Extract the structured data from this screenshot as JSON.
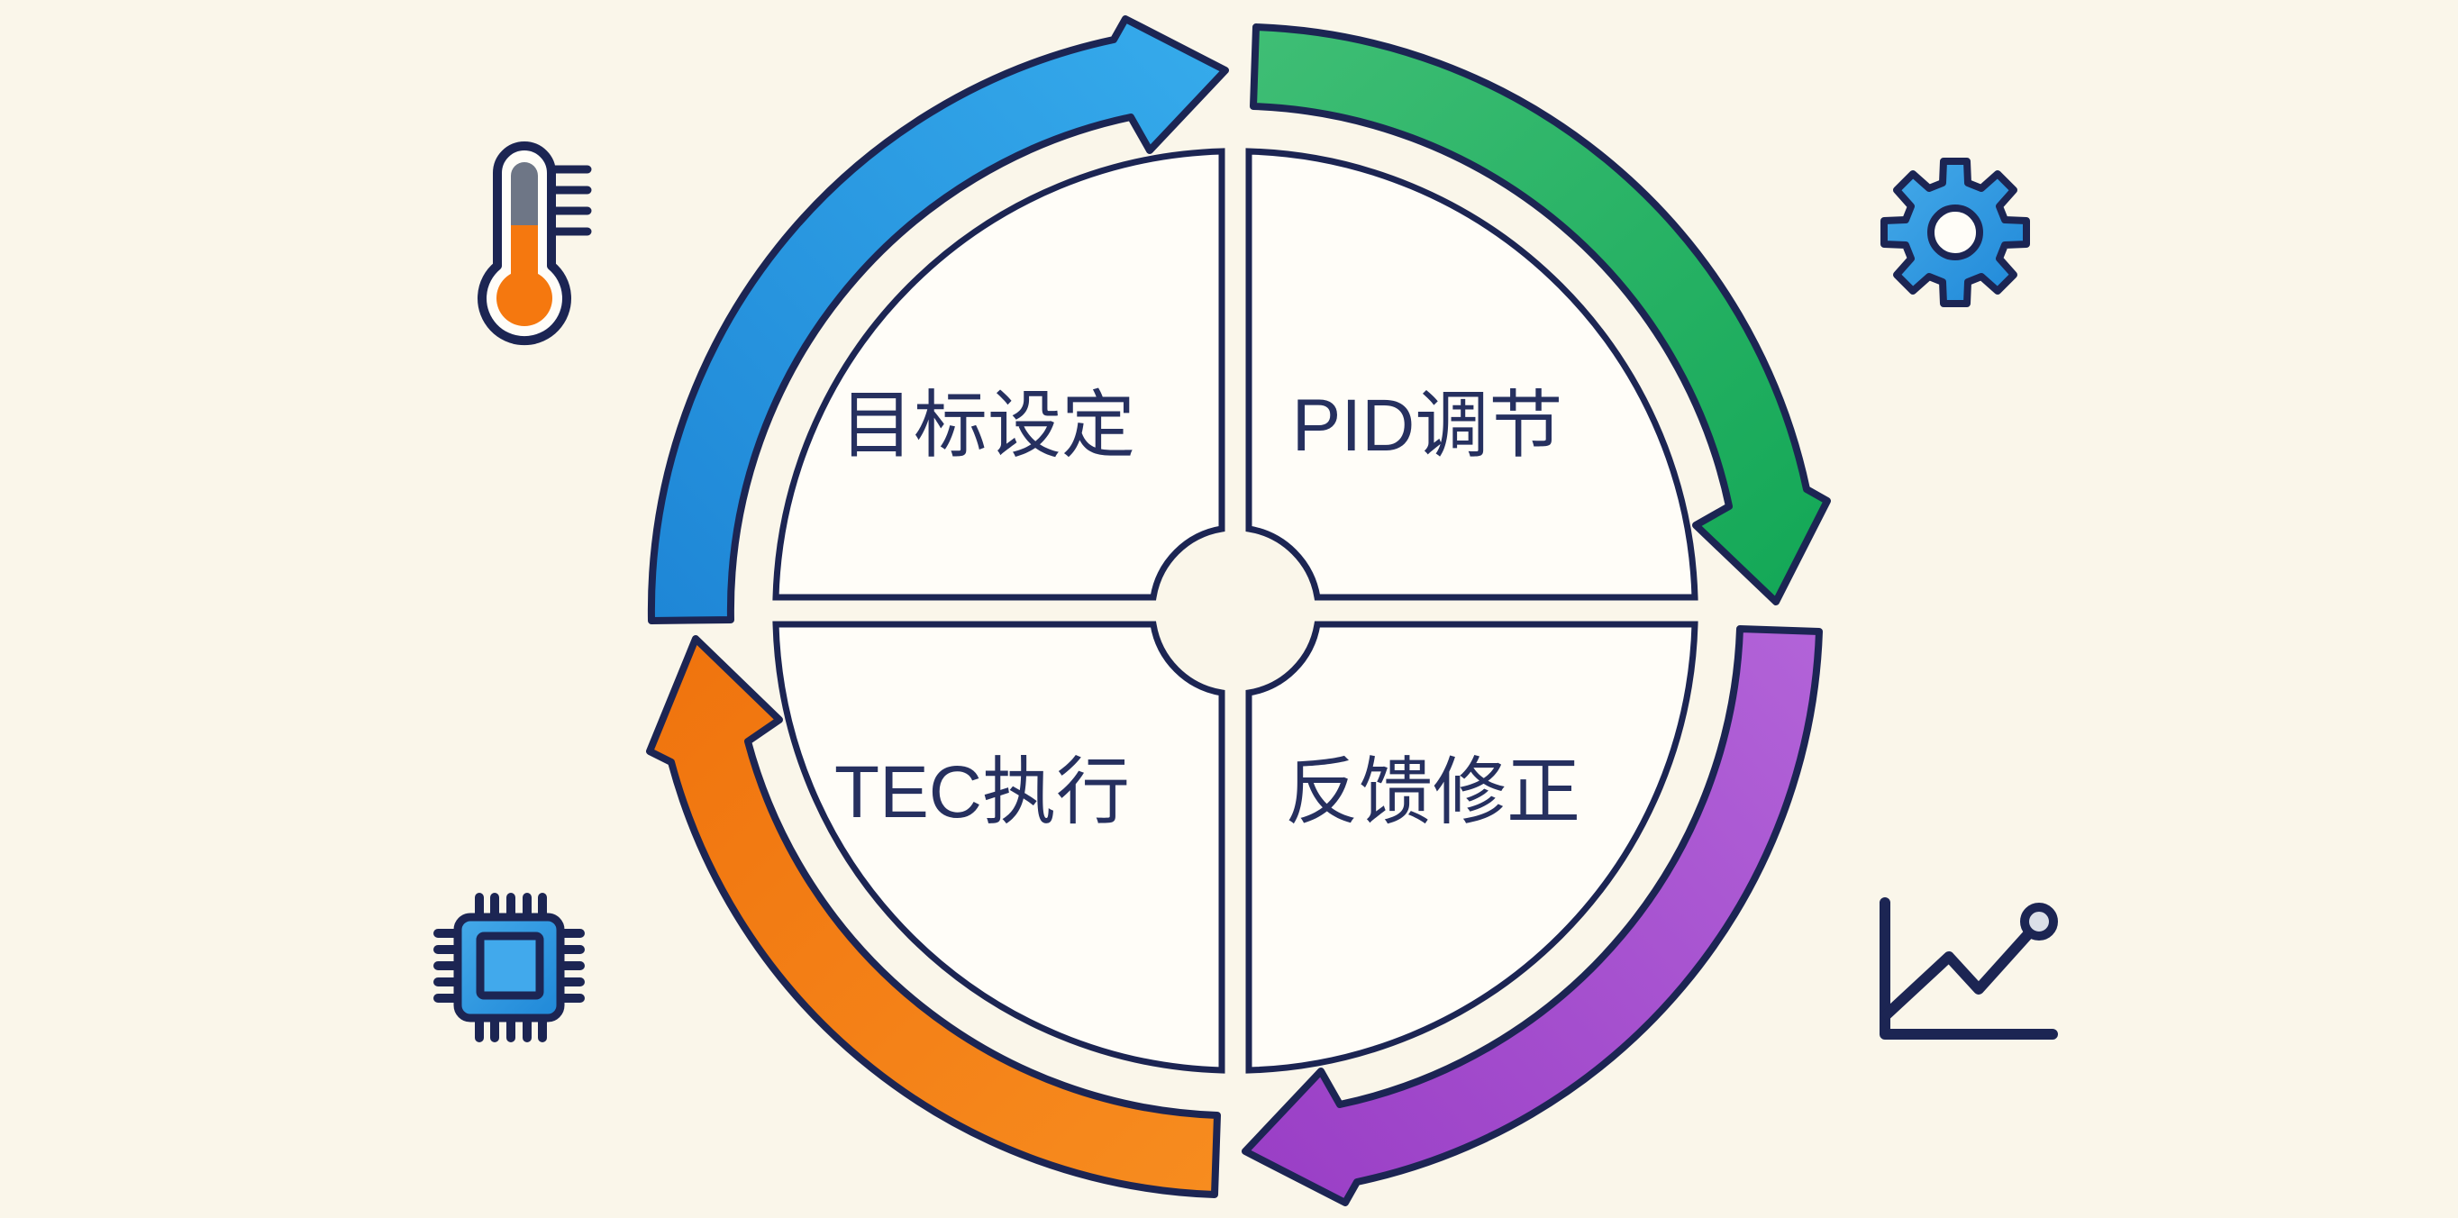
{
  "diagram": {
    "type": "circular-flow",
    "direction": "clockwise",
    "quadrants": [
      {
        "id": "top-left",
        "label": "目标设定"
      },
      {
        "id": "top-right",
        "label": "PID调节"
      },
      {
        "id": "bottom-right",
        "label": "反馈修正"
      },
      {
        "id": "bottom-left",
        "label": "TEC执行"
      }
    ],
    "arrows": [
      {
        "id": "arrow-top",
        "color_name": "blue",
        "from_quadrant": "目标设定",
        "to_quadrant": "PID调节"
      },
      {
        "id": "arrow-right",
        "color_name": "green",
        "from_quadrant": "PID调节",
        "to_quadrant": "反馈修正"
      },
      {
        "id": "arrow-bottom",
        "color_name": "purple",
        "from_quadrant": "反馈修正",
        "to_quadrant": "TEC执行"
      },
      {
        "id": "arrow-left",
        "color_name": "orange",
        "from_quadrant": "TEC执行",
        "to_quadrant": "目标设定"
      }
    ],
    "icons": [
      {
        "name": "thermometer-icon",
        "position": "top-left"
      },
      {
        "name": "gear-icon",
        "position": "top-right"
      },
      {
        "name": "chip-icon",
        "position": "bottom-left"
      },
      {
        "name": "line-chart-icon",
        "position": "bottom-right"
      }
    ]
  },
  "colors": {
    "bg": "#faf6ea",
    "panel": "#fffdf8",
    "navy": "#1c2553",
    "text": "#26305f",
    "blue1": "#1e86d6",
    "blue2": "#35aaeb",
    "green1": "#3fbe75",
    "green2": "#14a857",
    "purple1": "#b263d8",
    "purple2": "#9a3fc6",
    "orange1": "#f78c1f",
    "orange2": "#f0740e",
    "iconblue1": "#45aae9",
    "iconblue2": "#41a9ec",
    "iconblue3": "#1f88d8",
    "gray": "#6e7686",
    "mercury": "#f5780f",
    "dotfill": "#dbdfe8"
  }
}
